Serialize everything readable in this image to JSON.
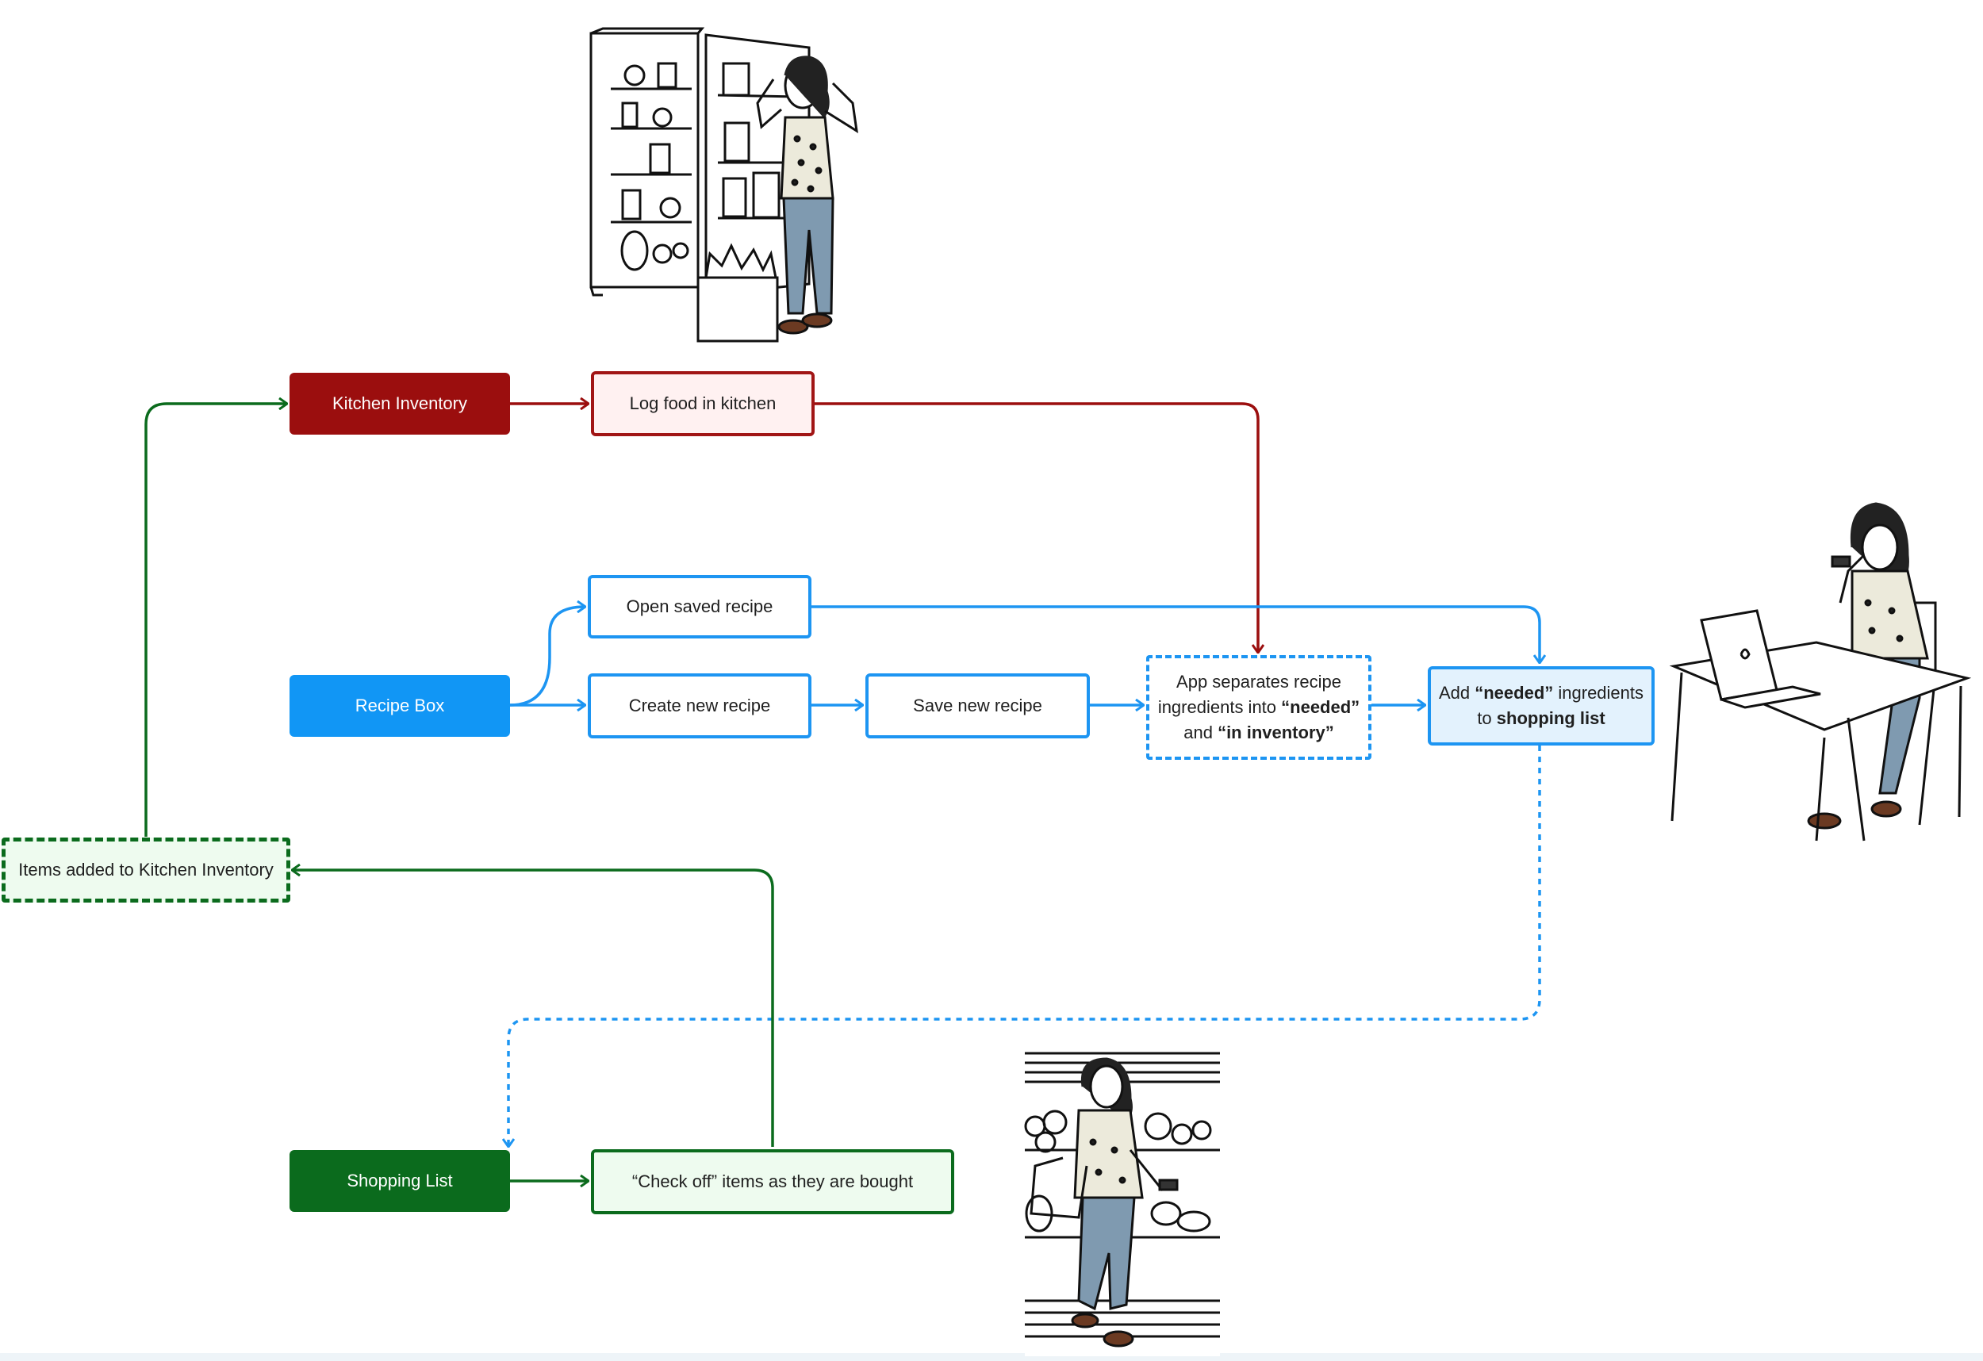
{
  "nodes": {
    "kitchen_inventory": "Kitchen Inventory",
    "log_food": "Log food in kitchen",
    "recipe_box": "Recipe Box",
    "open_saved_recipe": "Open saved recipe",
    "create_new_recipe": "Create new recipe",
    "save_new_recipe": "Save new recipe",
    "app_separates": {
      "line1": "App separates recipe",
      "line2_pre": "ingredients into ",
      "line2_bold": "“needed”",
      "line3_pre": "and ",
      "line3_bold": "“in inventory”"
    },
    "add_needed": {
      "line1_pre": "Add ",
      "line1_bold": "“needed”",
      "line1_post": " ingredients",
      "line2_pre": "to ",
      "line2_bold": "shopping list"
    },
    "items_added": "Items added to Kitchen Inventory",
    "shopping_list": "Shopping List",
    "check_off": "“Check off” items as they are bought"
  },
  "colors": {
    "red": "#9b0e0e",
    "blue": "#1196f5",
    "green": "#0b6b1d"
  },
  "illustrations": {
    "refrigerator_scene": "woman-at-open-fridge-illustration",
    "desk_scene": "woman-with-phone-at-laptop-desk-illustration",
    "grocery_scene": "woman-shopping-grocery-store-illustration"
  }
}
